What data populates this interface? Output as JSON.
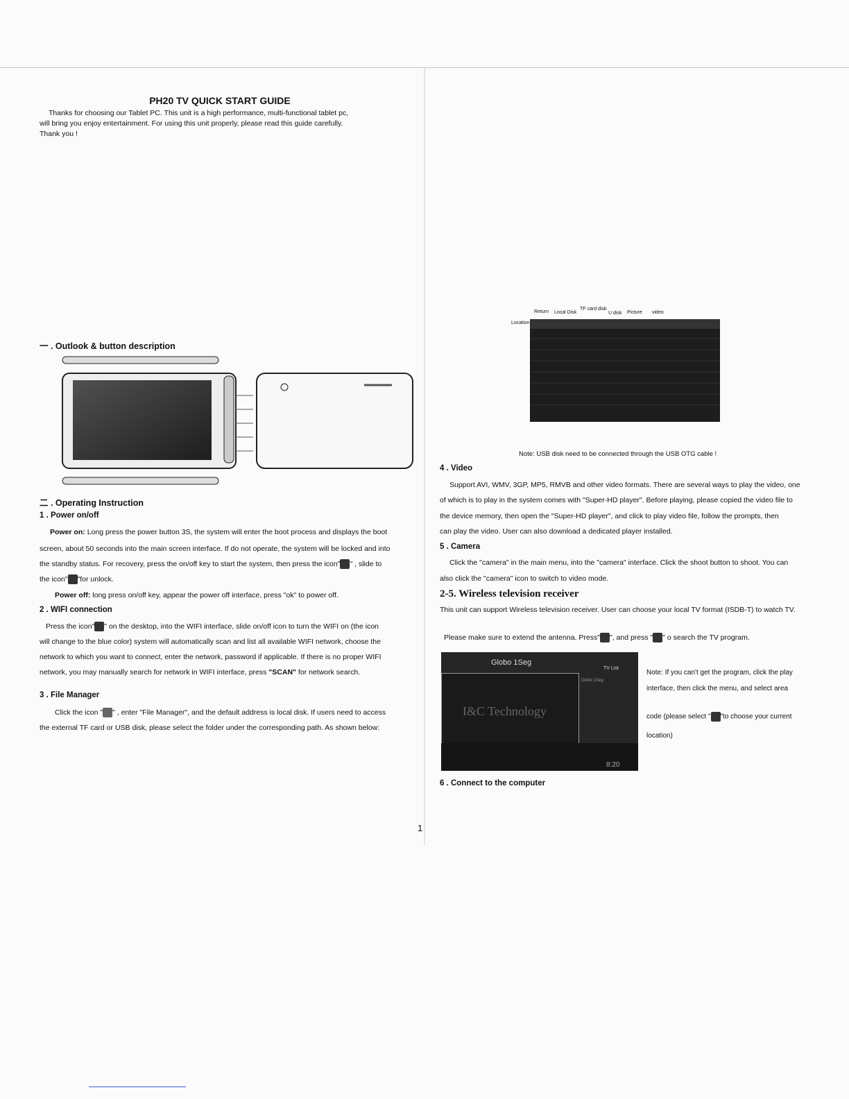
{
  "title": "PH20 TV QUICK START GUIDE",
  "intro": {
    "line1": "Thanks for choosing our Tablet PC. This unit is a high performance, multi-functional tablet pc,",
    "line2": "will bring you enjoy entertainment. For using this unit properly, please read this guide carefully.",
    "line3": "Thank you !"
  },
  "section1": {
    "heading": "一 .  Outlook & button description"
  },
  "section2": {
    "heading": "二 . Operating Instruction"
  },
  "power": {
    "heading": "1 . Power on/off",
    "on_label": "Power on:",
    "on_line1": "Long press the power button 3S, the system will enter the boot process and displays the boot",
    "line2": "screen, about 50 seconds into the main screen interface. If do not operate, the system will be locked and into",
    "line3a": "the standby status. For recovery, press the on/off key to start the system, then press the icon\"",
    "line3b": "\"  ,   slide to",
    "line4a": "the icon\"",
    "line4b": "\"for unlock.",
    "off_label": "Power off:",
    "off_text": "long press on/off key, appear the power off interface, press \"ok\" to power off."
  },
  "wifi": {
    "heading": "2 . WIFI connection",
    "line1a": "Press the icon\"",
    "line1b": "\" on the desktop, into the WIFI interface, slide on/off icon to turn the WIFI on (the icon",
    "line2": "will change to the blue color) system will automatically scan and list all available WIFI network, choose the",
    "line3": "network to which you want to connect, enter the network, password if applicable. If there is no proper WIFI",
    "line4a": "network, you may manually search for network in WIFI interface, press ",
    "line4_bold": "\"SCAN\"",
    "line4b": " for network search."
  },
  "filemanager": {
    "heading": "3 . File Manager",
    "line1a": "Click the icon \"",
    "line1b": "\"  ,   enter \"File Manager\", and the default address is local disk. If users need to access",
    "line2": "the external TF card or USB disk, please select the folder under the corresponding path. As shown below:"
  },
  "fm_screenshot": {
    "labels": {
      "return": "Return",
      "local_disk": "Local Disk",
      "tf_card": "TF card disk",
      "u_disk": "U disk",
      "picture": "Picture",
      "video": "video",
      "location": "Location"
    }
  },
  "usb_note": "Note: USB disk need to be connected through the USB OTG cable !",
  "video": {
    "heading": "4 . Video",
    "line1": "Support AVI, WMV, 3GP, MP5, RMVB and other video formats. There are several ways to play the video, one",
    "line2": "of which is to play in the system comes with \"Super-HD player\". Before playing, please copied the video file to",
    "line3": "the device memory, then open the \"Super-HD player\", and click to play video file, follow the prompts, then",
    "line4": "can play the video. User can also download a dedicated player installed."
  },
  "camera": {
    "heading": "5 . Camera",
    "line1": "Click the \"camera\" in the main menu, into the \"camera\" interface. Click the shoot button to shoot. You can",
    "line2": "also click the \"camera\" icon to switch to video mode."
  },
  "tv": {
    "heading": "2-5. Wireless television receiver",
    "line1": "This unit can support Wireless television receiver. User can choose your local TV format (ISDB-T) to watch TV.",
    "antenna_a": "Please make sure to extend the antenna. Press\"",
    "antenna_b": "\",  and press \"",
    "antenna_c": "\" o search the TV program.",
    "note_l1": "Note: If you can't get the program, click the play",
    "note_l2": "interface, then click the menu, and select area",
    "note_l3a": "code (please select \"",
    "note_l3b": "\"to choose your current",
    "note_l4": "location)",
    "screen": {
      "channel": "Globo 1Seg",
      "tv_list": "TV List",
      "list_item": "Globo 1Seg",
      "watermark": "I&C Technology",
      "clock": "8:20"
    }
  },
  "connect": {
    "heading": "6 . Connect to the computer"
  },
  "page_number": "1"
}
